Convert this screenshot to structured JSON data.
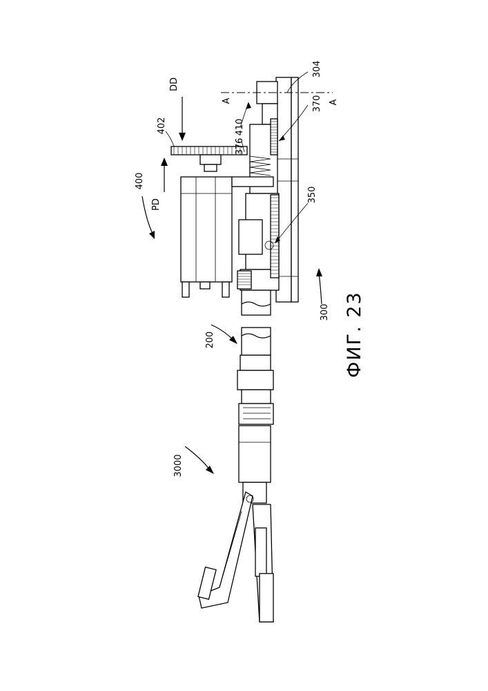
{
  "figure": {
    "caption": "ФИГ. 23",
    "labels": {
      "l304": "304",
      "l370": "370",
      "l410": "410",
      "l376": "376",
      "l402": "402",
      "lDD": "DD",
      "l400": "400",
      "lPD": "PD",
      "l350": "350",
      "l300": "300",
      "l200": "200",
      "l3000": "3000",
      "lA1": "A",
      "lA2": "A"
    }
  }
}
